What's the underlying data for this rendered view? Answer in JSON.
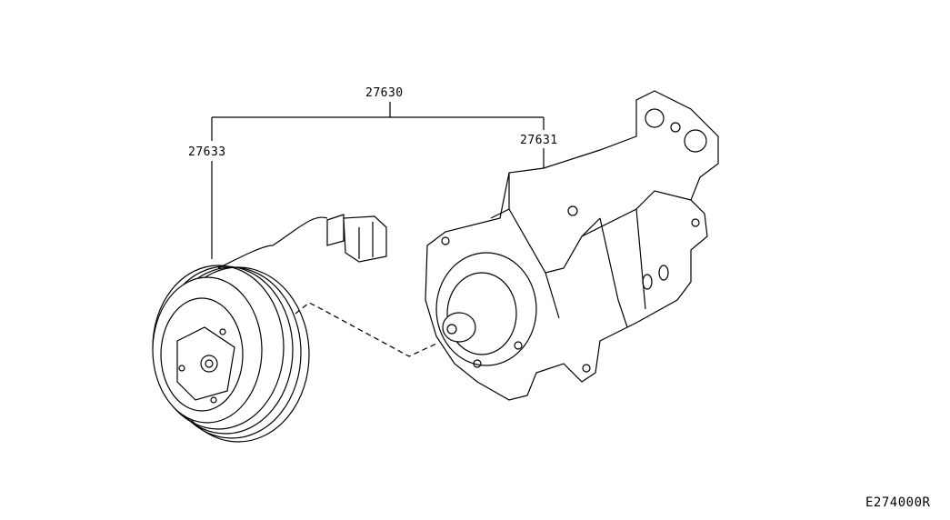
{
  "labels": {
    "assembly": "27630",
    "clutch": "27633",
    "compressor": "27631",
    "diagram_code": "E274000R"
  }
}
